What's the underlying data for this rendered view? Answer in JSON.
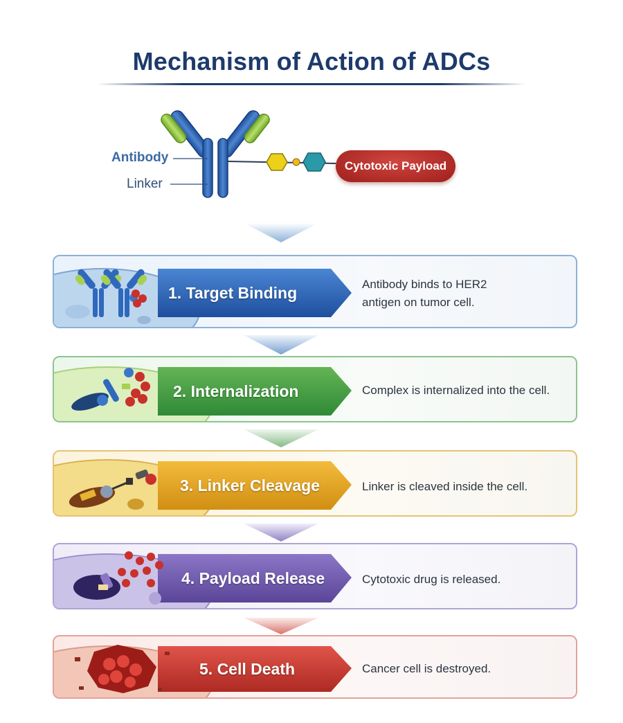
{
  "title": "Mechanism of Action of ADCs",
  "hero": {
    "antibody_label": "Antibody",
    "linker_label": "Linker",
    "payload_label": "Cytotoxic Payload"
  },
  "steps": [
    {
      "label": "1. Target Binding",
      "desc_line1": "Antibody binds to HER2",
      "desc_line2": "antigen on tumor cell.",
      "color": "#2a5db0",
      "icon": "antibody-binding-cell-icon"
    },
    {
      "label": "2. Internalization",
      "desc_line1": "Complex is internalized into the cell.",
      "desc_line2": "",
      "color": "#3f9a45",
      "icon": "internalized-complex-cell-icon"
    },
    {
      "label": "3. Linker Cleavage",
      "desc_line1": "Linker is cleaved inside the cell.",
      "desc_line2": "",
      "color": "#e1a21e",
      "icon": "cleaved-linker-cell-icon"
    },
    {
      "label": "4. Payload Release",
      "desc_line1": "Cytotoxic drug is released.",
      "desc_line2": "",
      "color": "#6a55a8",
      "icon": "payload-release-cell-icon"
    },
    {
      "label": "5. Cell Death",
      "desc_line1": "Cancer cell is destroyed.",
      "desc_line2": "",
      "color": "#c9372f",
      "icon": "dying-cell-icon"
    }
  ]
}
